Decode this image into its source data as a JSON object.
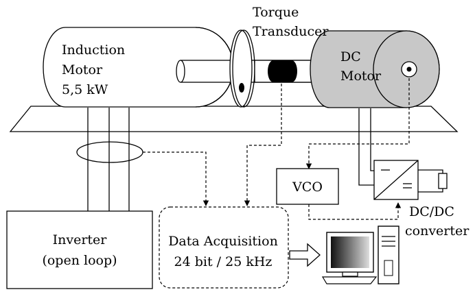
{
  "labels": {
    "induction_motor": [
      "Induction",
      "Motor",
      "5,5 kW"
    ],
    "torque_transducer": [
      "Torque",
      "Transducer"
    ],
    "dc_motor": [
      "DC",
      "Motor"
    ],
    "vco": "VCO",
    "inverter": [
      "Inverter",
      "(open loop)"
    ],
    "data_acquisition": [
      "Data Acquisition",
      "24 bit / 25 kHz"
    ],
    "dcdc_converter": [
      "DC/DC",
      "converter"
    ]
  },
  "colors": {
    "dc_motor_fill": "#c8c8c8",
    "line": "#000000",
    "background": "#ffffff"
  }
}
